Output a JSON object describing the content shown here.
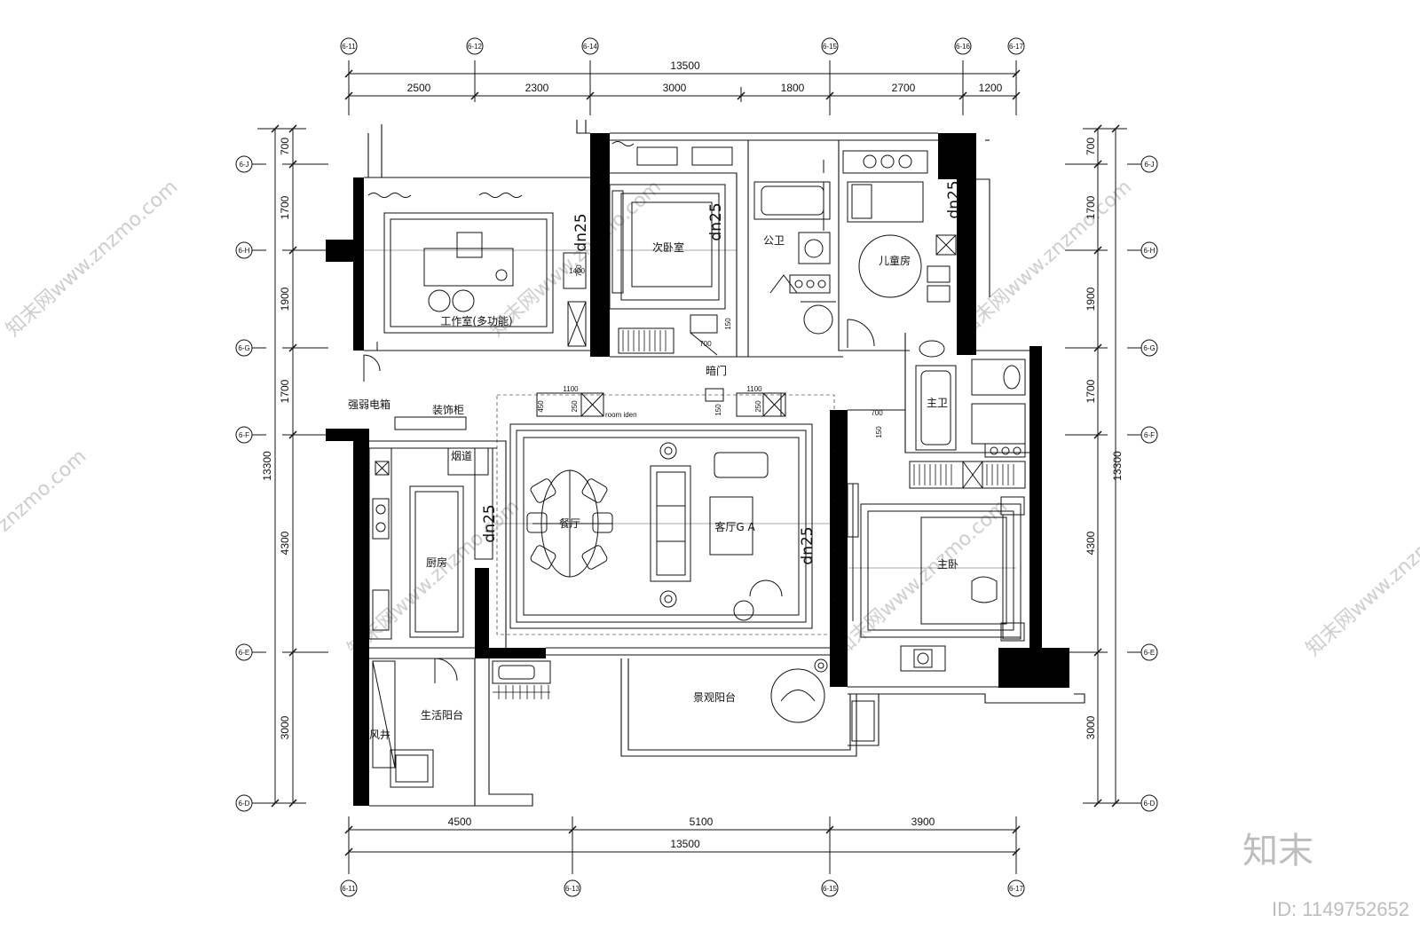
{
  "dimensions": {
    "top_total": "13500",
    "top_segments": [
      "2500",
      "2300",
      "3000",
      "1800",
      "2700",
      "1200"
    ],
    "bottom_segments": [
      "4500",
      "5100",
      "3900"
    ],
    "bottom_total": "13500",
    "left_total": "13300",
    "left_segments": [
      "700",
      "1700",
      "1900",
      "1700",
      "4300",
      "3000"
    ],
    "right_total": "13300",
    "right_segments": [
      "700",
      "1700",
      "1900",
      "1700",
      "4300",
      "3000"
    ]
  },
  "axes": {
    "top": [
      "6-11",
      "6-12",
      "6-14",
      "6-15",
      "6-16",
      "6-17"
    ],
    "bottom": [
      "6-11",
      "6-13",
      "6-15",
      "6-17"
    ],
    "left": [
      "6-J",
      "6-H",
      "6-G",
      "6-F",
      "6-E",
      "6-D"
    ],
    "right": [
      "6-J",
      "6-H",
      "6-G",
      "6-F",
      "6-E",
      "6-D"
    ]
  },
  "rooms": {
    "studio": "工作室(多功能)",
    "second_bedroom": "次卧室",
    "public_bath": "公卫",
    "kids_room": "儿童房",
    "master_bath": "主卫",
    "hidden_door": "暗门",
    "electric_box": "强弱电箱",
    "deco_cabinet": "装饰柜",
    "flue": "烟道",
    "dining": "餐厅",
    "living": "客厅G A",
    "kitchen": "厨房",
    "master_bedroom": "主卧",
    "scenic_balcony": "景观阳台",
    "service_balcony": "生活阳台",
    "air_shaft": "风井",
    "room_iden": "room iden"
  },
  "drain_labels": {
    "dn_second": "dn25",
    "dn_second2": "dn25",
    "dn_kids": "dn25",
    "dn_dining": "dn25",
    "dn_living": "dn25"
  },
  "small_dims": {
    "d1100a": "1100",
    "d1100b": "1100",
    "d450": "450",
    "d250a": "250",
    "d150a": "150",
    "d250b": "250",
    "d700a": "700",
    "d150b": "150",
    "d700b": "700",
    "d150c": "150",
    "d750": "750",
    "d1400": "1400"
  },
  "watermarks": {
    "site": "知末网www.znzmo.com",
    "site_short": "znzmo.com",
    "brand": "知末",
    "id": "ID: 1149752652"
  }
}
